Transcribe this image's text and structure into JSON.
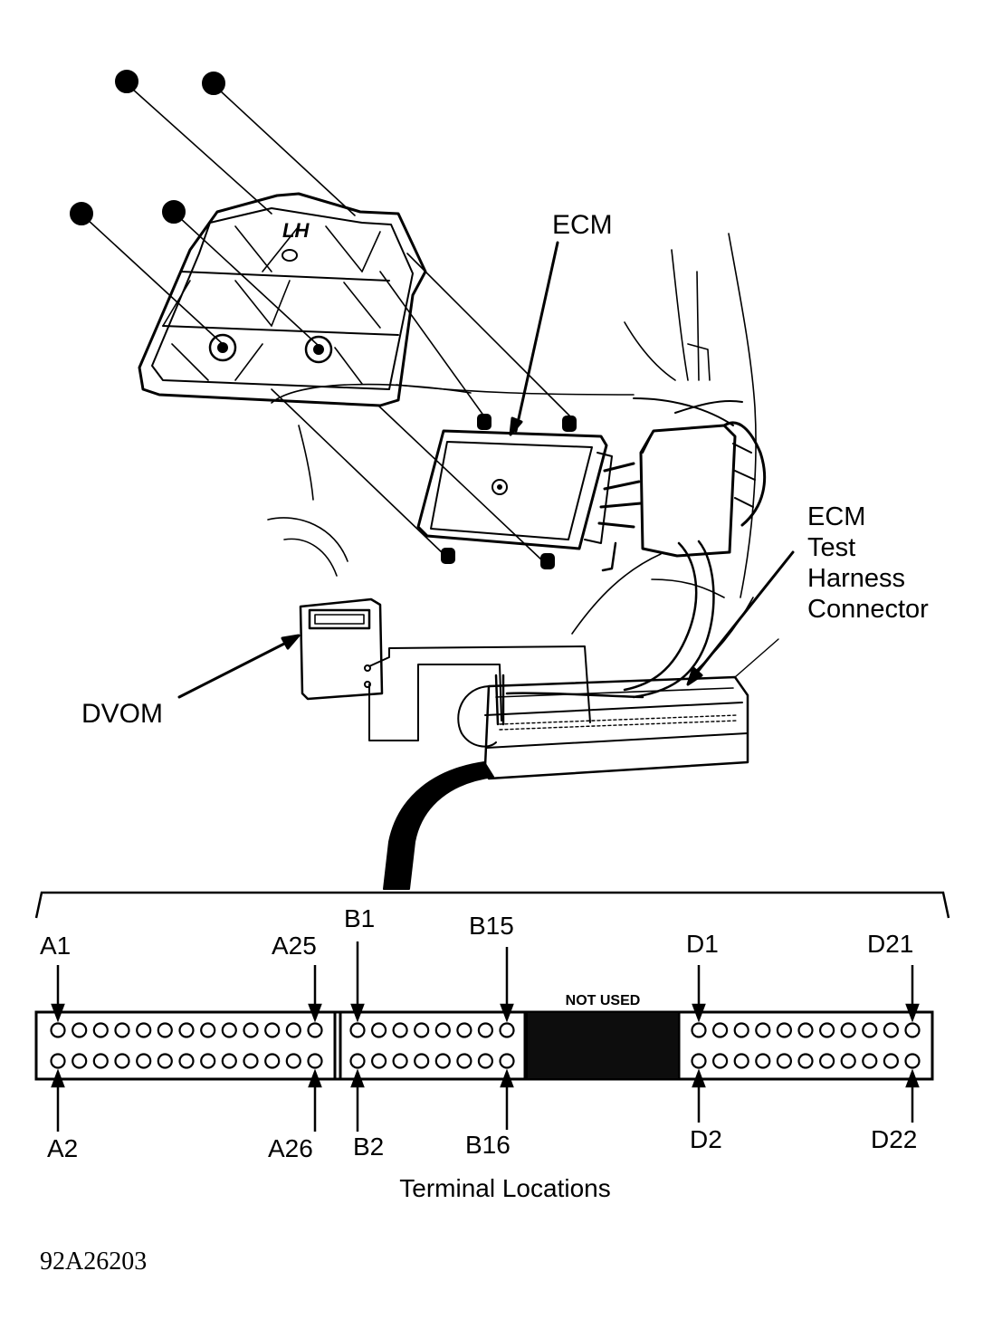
{
  "labels": {
    "ecm": "ECM",
    "dvom": "DVOM",
    "harness_line1": "ECM",
    "harness_line2": "Test",
    "harness_line3": "Harness",
    "harness_line4": "Connector",
    "panel_lh": "LH",
    "not_used": "NOT USED",
    "terminal_caption": "Terminal Locations",
    "figure_id": "92A26203"
  },
  "terminals": {
    "a1": "A1",
    "a2": "A2",
    "a25": "A25",
    "a26": "A26",
    "b1": "B1",
    "b2": "B2",
    "b15": "B15",
    "b16": "B16",
    "d1": "D1",
    "d2": "D2",
    "d21": "D21",
    "d22": "D22"
  },
  "pin_counts": {
    "a_per_row": 13,
    "b_per_row": 8,
    "d_per_row": 11
  }
}
